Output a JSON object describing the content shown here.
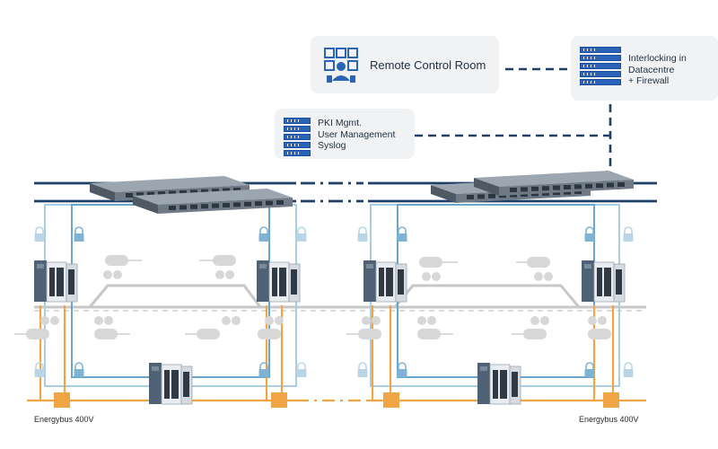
{
  "nodes": {
    "remote_control_room": "Remote Control Room",
    "interlocking": "Interlocking in\nDatacentre\n+ Firewall",
    "pki": "PKI Mgmt.\nUser Management\nSyslog"
  },
  "energybus": {
    "left": "Energybus 400V",
    "right": "Energybus 400V"
  },
  "icons": [
    "control-room-icon",
    "server-rack-icon",
    "lock-icon",
    "network-switch-icon",
    "industrial-switch-icon",
    "track-signal-icon"
  ],
  "colors": {
    "backbone": "#1e3f66",
    "ring_light": "#a9cde3",
    "ring_mid": "#6aa6cc",
    "energy": "#f0a544",
    "rail": "#c7c7c7",
    "accent_blue": "#2b63b8"
  }
}
